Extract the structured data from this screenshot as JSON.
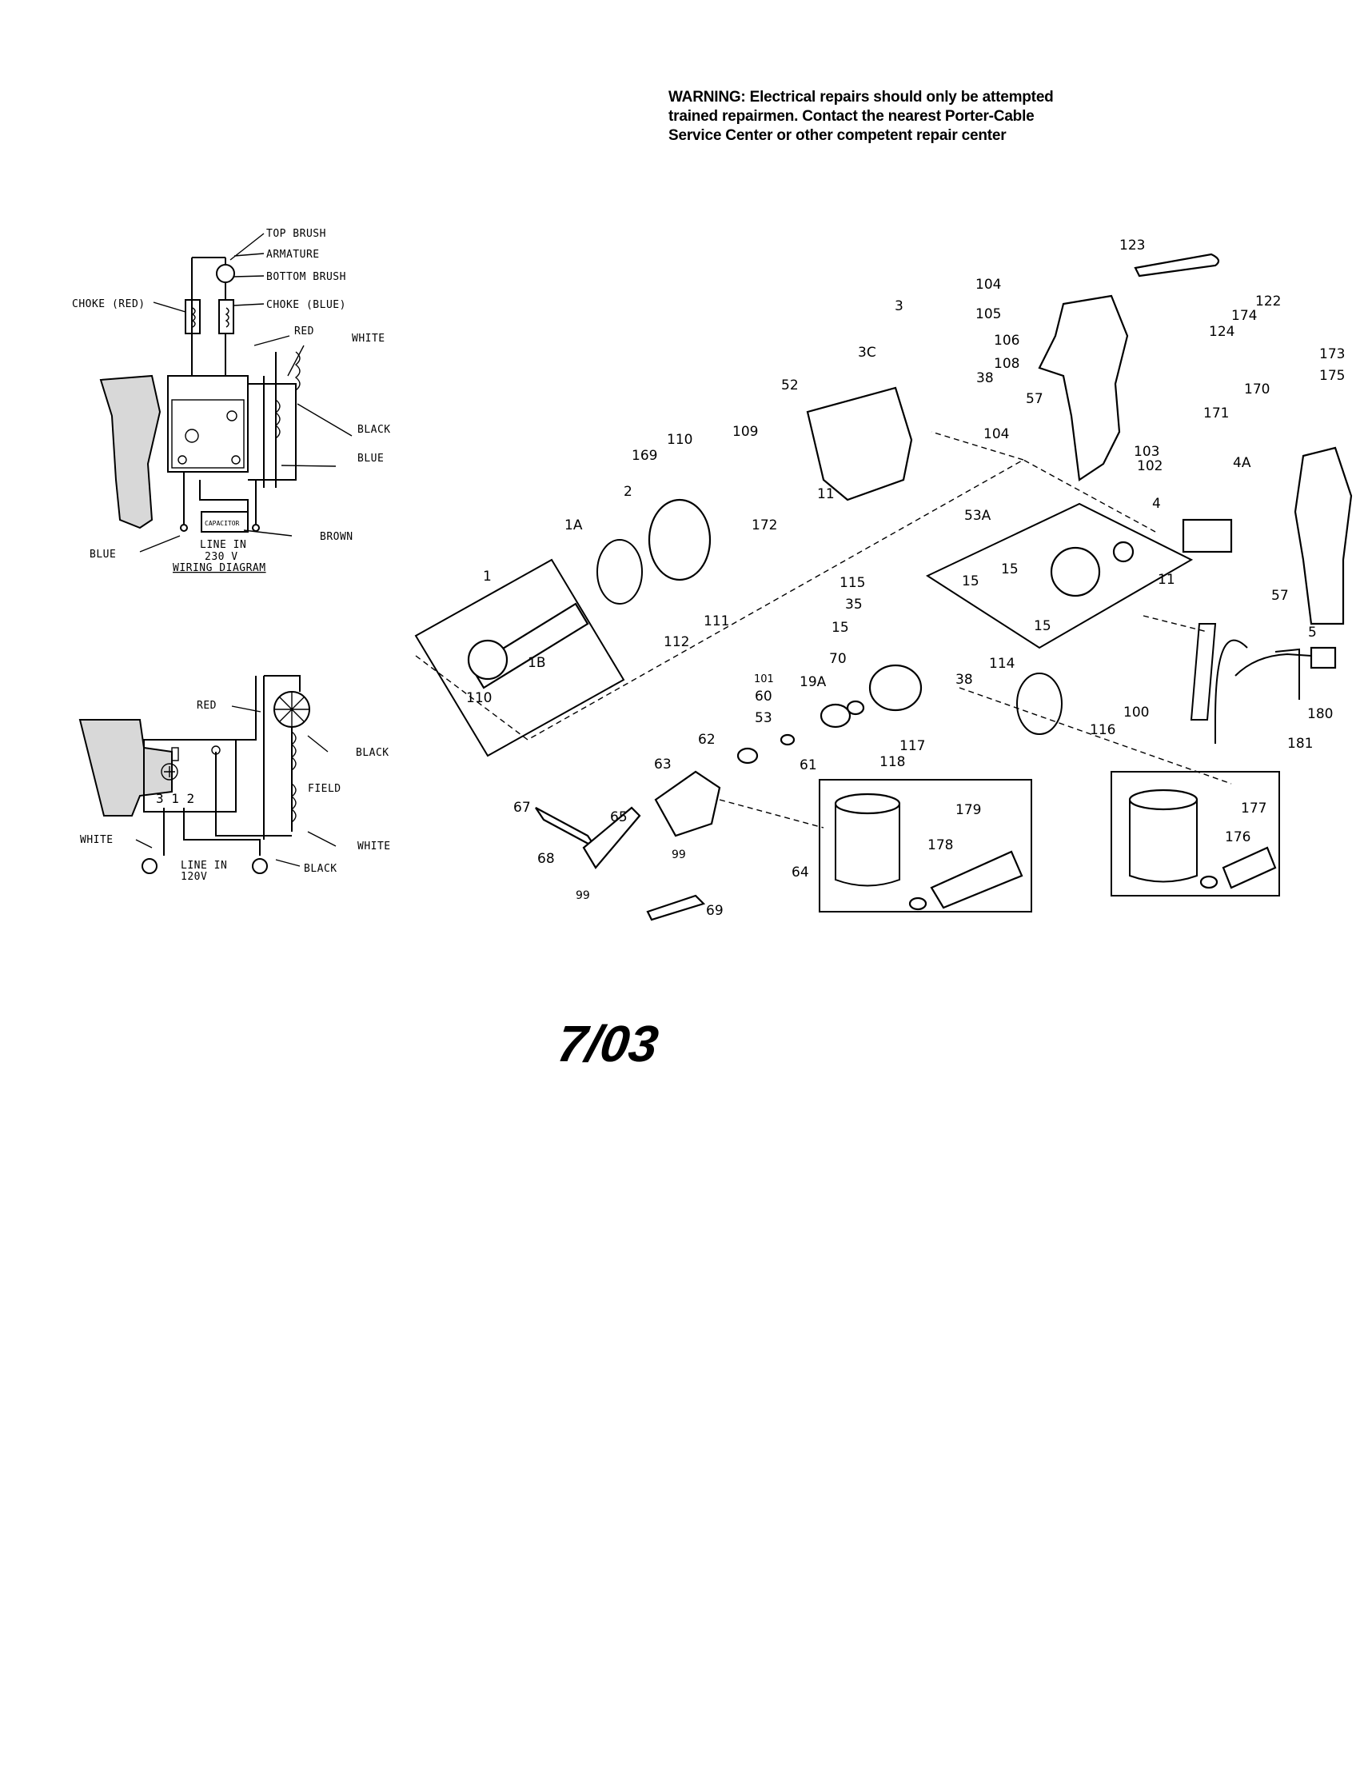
{
  "warning": {
    "line1": "WARNING: Electrical repairs should only be attempted",
    "line2": "trained repairmen. Contact the nearest Porter-Cable",
    "line3": "Service Center or other competent repair center"
  },
  "date_code": "7/03",
  "wiring_230v": {
    "top_brush": "TOP BRUSH",
    "armature": "ARMATURE",
    "bottom_brush": "BOTTOM BRUSH",
    "choke_red": "CHOKE (RED)",
    "choke_blue": "CHOKE (BLUE)",
    "red": "RED",
    "white": "WHITE",
    "black": "BLACK",
    "blue_right": "BLUE",
    "blue_left": "BLUE",
    "brown": "BROWN",
    "capacitor": "CAPACITOR",
    "line_in": "LINE IN",
    "voltage": "230 V",
    "title": "WIRING DIAGRAM"
  },
  "wiring_120v": {
    "red": "RED",
    "black_top": "BLACK",
    "field": "FIELD",
    "white_right": "WHITE",
    "white_left": "WHITE",
    "black_bottom": "BLACK",
    "line_in": "LINE IN",
    "voltage": "120V",
    "terminals": "3 1 2"
  },
  "parts": [
    "123",
    "122",
    "174",
    "124",
    "173",
    "175",
    "104",
    "105",
    "106",
    "108",
    "3",
    "3C",
    "38",
    "52",
    "57",
    "170",
    "171",
    "103",
    "102",
    "4A",
    "4",
    "110",
    "109",
    "11",
    "169",
    "172",
    "2",
    "1A",
    "53A",
    "15",
    "115",
    "35",
    "1",
    "1B",
    "111",
    "112",
    "5",
    "100",
    "180",
    "181",
    "114",
    "116",
    "101",
    "19A",
    "60",
    "70",
    "53",
    "117",
    "118",
    "62",
    "61",
    "63",
    "67",
    "65",
    "99",
    "68",
    "64",
    "69",
    "179",
    "178",
    "177",
    "176"
  ]
}
